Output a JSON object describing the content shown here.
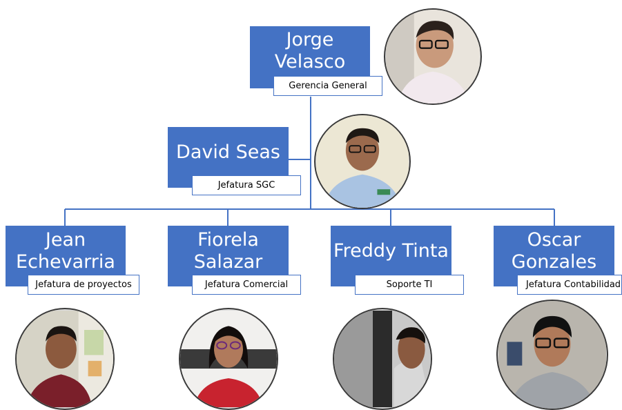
{
  "org_chart": {
    "colors": {
      "box": "#4472c4",
      "line": "#4472c4",
      "role_bg": "#ffffff"
    },
    "top": {
      "name": "Jorge Velasco",
      "role": "Gerencia General",
      "photo": "person-photo"
    },
    "assistant": {
      "name": "David Seas",
      "role": "Jefatura SGC",
      "photo": "person-photo"
    },
    "reports": [
      {
        "name": "Jean Echevarria",
        "role": "Jefatura de proyectos",
        "photo": "person-photo"
      },
      {
        "name": "Fiorela Salazar",
        "role": "Jefatura Comercial",
        "photo": "person-photo"
      },
      {
        "name": "Freddy Tinta",
        "role": "Soporte TI",
        "photo": "person-photo"
      },
      {
        "name": "Oscar Gonzales",
        "role": "Jefatura Contabilidad",
        "photo": "person-photo"
      }
    ]
  }
}
